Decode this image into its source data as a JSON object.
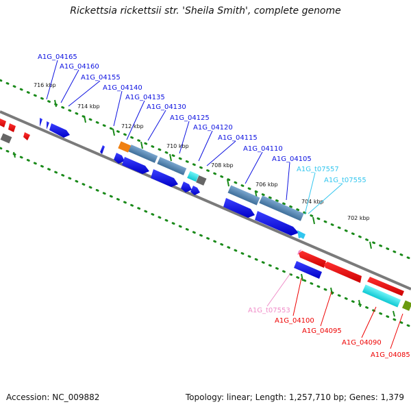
{
  "title": "Rickettsia rickettsii str. 'Sheila Smith', complete genome",
  "colors": {
    "cds_forward": "#0b10e0",
    "cds_reverse": "#ee0000",
    "trna_forward": "#32c6ef",
    "trna_reverse": "#f08cc8",
    "feature_steel": "#5a8cb8",
    "feature_cyan": "#16e6ee",
    "feature_orange": "#f08010",
    "feature_gray": "#666666",
    "feature_olive": "#6a9a10",
    "backbone": "#7a7a7a",
    "scale_dots": "#1a8a1a"
  },
  "scale_labels": [
    "716 kbp",
    "714 kbp",
    "712 kbp",
    "710 kbp",
    "708 kbp",
    "706 kbp",
    "704 kbp",
    "702 kbp"
  ],
  "gene_labels": [
    {
      "text": "A1G_04165",
      "kind": "cds_forward"
    },
    {
      "text": "A1G_04160",
      "kind": "cds_forward"
    },
    {
      "text": "A1G_04155",
      "kind": "cds_forward"
    },
    {
      "text": "A1G_04140",
      "kind": "cds_forward"
    },
    {
      "text": "A1G_04135",
      "kind": "cds_forward"
    },
    {
      "text": "A1G_04130",
      "kind": "cds_forward"
    },
    {
      "text": "A1G_04125",
      "kind": "cds_forward"
    },
    {
      "text": "A1G_04120",
      "kind": "cds_forward"
    },
    {
      "text": "A1G_04115",
      "kind": "cds_forward"
    },
    {
      "text": "A1G_04110",
      "kind": "cds_forward"
    },
    {
      "text": "A1G_04105",
      "kind": "cds_forward"
    },
    {
      "text": "A1G_t07557",
      "kind": "trna_forward"
    },
    {
      "text": "A1G_t07555",
      "kind": "trna_forward"
    },
    {
      "text": "A1G_t07553",
      "kind": "trna_reverse"
    },
    {
      "text": "A1G_04100",
      "kind": "cds_reverse"
    },
    {
      "text": "A1G_04095",
      "kind": "cds_reverse"
    },
    {
      "text": "A1G_04090",
      "kind": "cds_reverse"
    },
    {
      "text": "A1G_04085",
      "kind": "cds_reverse"
    }
  ],
  "footer": {
    "accession": "Accession: NC_009882",
    "summary": "Topology: linear; Length: 1,257,710 bp; Genes: 1,379"
  }
}
